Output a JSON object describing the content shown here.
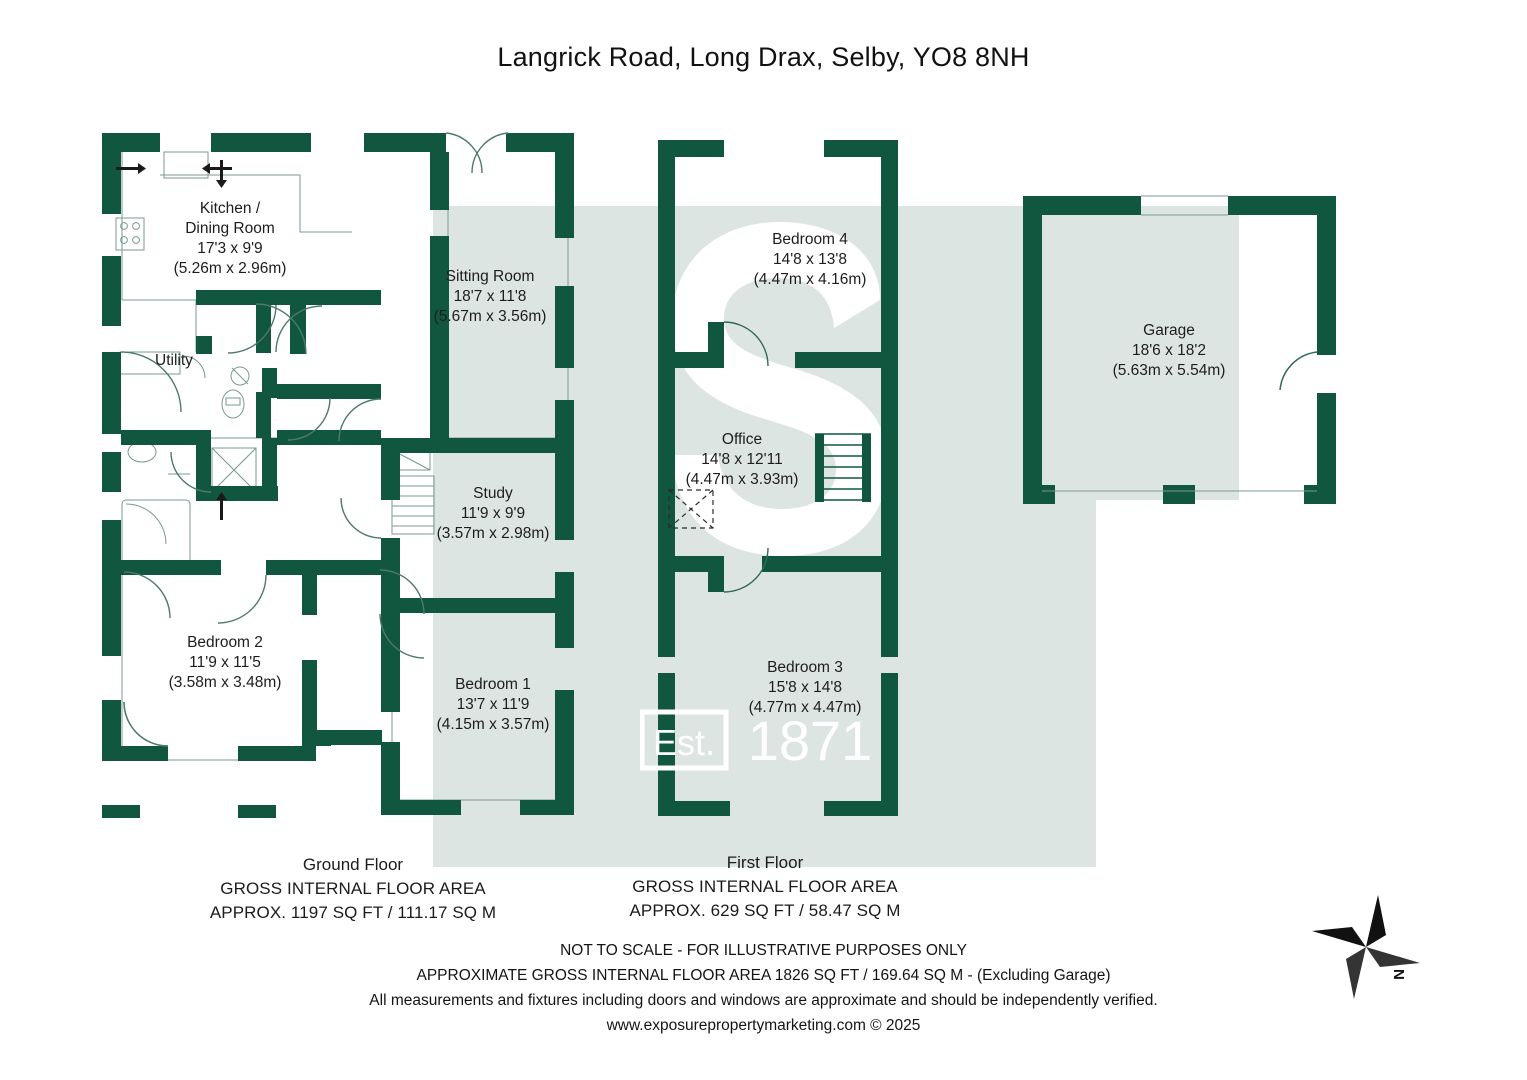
{
  "header": {
    "title": "Langrick Road, Long Drax, Selby, YO8 8NH"
  },
  "ground_floor": {
    "caption_title": "Ground Floor",
    "caption_line1": "GROSS INTERNAL FLOOR AREA",
    "caption_line2": "APPROX. 1197 SQ FT / 111.17 SQ M",
    "rooms": [
      {
        "name": "Kitchen /",
        "name2": "Dining Room",
        "imperial": "17'3 x 9'9",
        "metric": "(5.26m x 2.96m)"
      },
      {
        "name": "Sitting Room",
        "imperial": "18'7 x 11'8",
        "metric": "(5.67m x 3.56m)"
      },
      {
        "name": "Study",
        "imperial": "11'9 x 9'9",
        "metric": "(3.57m x 2.98m)"
      },
      {
        "name": "Bedroom 1",
        "imperial": "13'7 x 11'9",
        "metric": "(4.15m x 3.57m)"
      },
      {
        "name": "Bedroom 2",
        "imperial": "11'9 x 11'5",
        "metric": "(3.58m x 3.48m)"
      },
      {
        "name": "Utility",
        "imperial": "",
        "metric": ""
      }
    ]
  },
  "first_floor": {
    "caption_title": "First Floor",
    "caption_line1": "GROSS INTERNAL FLOOR AREA",
    "caption_line2": "APPROX. 629 SQ FT / 58.47 SQ M",
    "rooms": [
      {
        "name": "Bedroom 4",
        "imperial": "14'8 x 13'8",
        "metric": "(4.47m x 4.16m)"
      },
      {
        "name": "Office",
        "imperial": "14'8 x 12'11",
        "metric": "(4.47m x 3.93m)"
      },
      {
        "name": "Bedroom 3",
        "imperial": "15'8 x 14'8",
        "metric": "(4.77m x 4.47m)"
      }
    ]
  },
  "garage": {
    "name": "Garage",
    "imperial": "18'6 x 18'2",
    "metric": "(5.63m x 5.54m)"
  },
  "watermark": {
    "est_label": "Est.",
    "year": "1871",
    "monogram": "S"
  },
  "compass": {
    "north_label": "N"
  },
  "disclaimer": {
    "line1": "NOT TO SCALE - FOR ILLUSTRATIVE PURPOSES ONLY",
    "line2": "APPROXIMATE GROSS INTERNAL FLOOR AREA 1826 SQ FT / 169.64 SQ M - (Excluding Garage)",
    "line3": "All measurements and fixtures including doors and windows are approximate and should be independently verified.",
    "line4": "www.exposurepropertymarketing.com © 2025"
  },
  "colors": {
    "wall": "#115740",
    "thin_line": "#7a9a8d",
    "watermark_band": "#dde5e2",
    "watermark_text": "#ffffff",
    "text": "#1a1a1a",
    "background": "#ffffff"
  }
}
